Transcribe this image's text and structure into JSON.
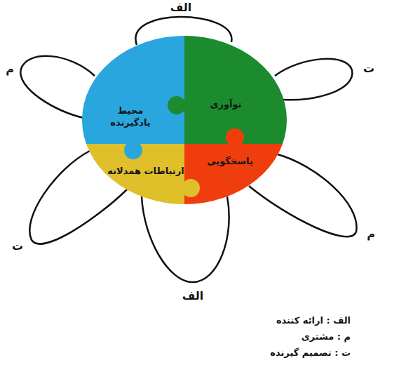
{
  "diagram": {
    "nodes": [
      {
        "text": [
          "نوآوری"
        ]
      },
      {
        "text": [
          "محیط یادگیرنده"
        ]
      },
      {
        "text": [
          "پاسخگویی"
        ]
      },
      {
        "text": [
          "ارتباطات همدلانه"
        ]
      }
    ],
    "labels": [
      "الف",
      "م",
      "ت",
      "م",
      "ت",
      "الف"
    ],
    "legend": [
      {
        "text": "الف : ارائه کننده"
      },
      {
        "text": "م : مشتری"
      },
      {
        "text": "ت : تصمیم گیرنده"
      }
    ]
  }
}
